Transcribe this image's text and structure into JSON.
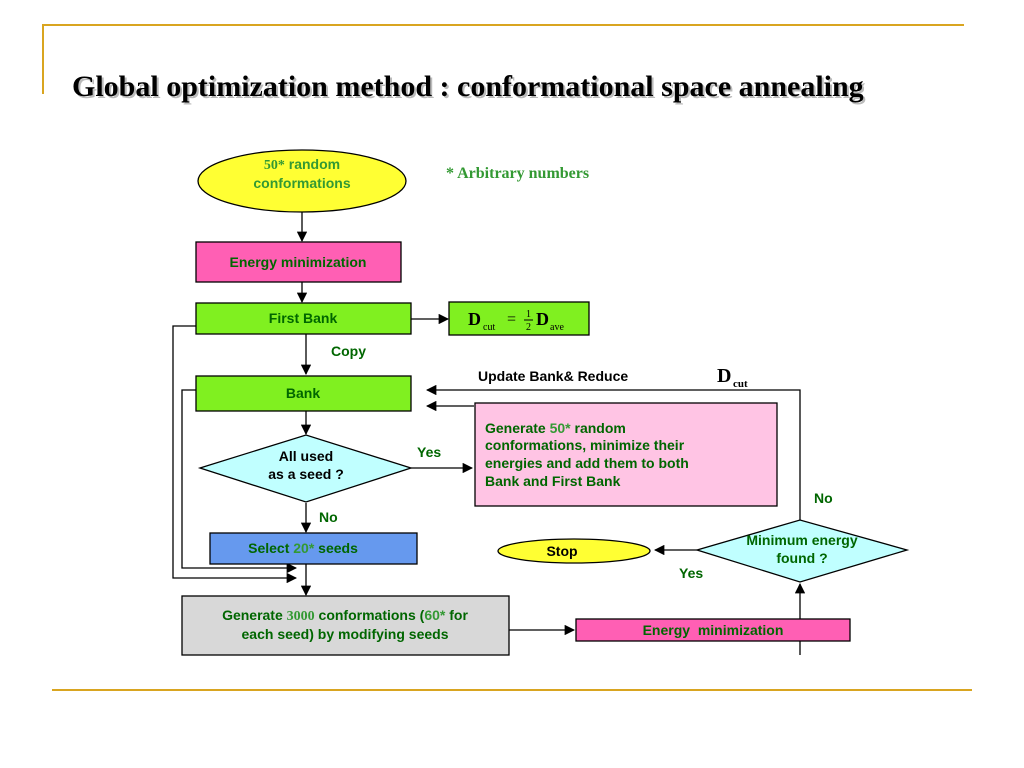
{
  "title": "Global optimization method : conformational space annealing",
  "note": "* Arbitrary numbers",
  "nodes": {
    "start": {
      "num": "50*",
      "line1": " random",
      "line2": "conformations"
    },
    "energy_min_1": "Energy minimization",
    "first_bank": "First Bank",
    "dcut_formula": {
      "D": "D",
      "cut_sub": "cut",
      "eq": "=",
      "half_num": "1",
      "half_den": "2",
      "D2": "D",
      "ave_sub": "ave"
    },
    "bank": "Bank",
    "all_used": {
      "line1": "All used",
      "line2": "as a seed ?"
    },
    "select": {
      "pre": "Select ",
      "num": "20*",
      "post": " seeds"
    },
    "generate_random": {
      "l1_pre": "Generate ",
      "l1_num": "50*",
      "l1_post": " random",
      "line2": "conformations, minimize their",
      "line3": "energies and add them to both",
      "line4": "Bank and First Bank"
    },
    "generate_3000": {
      "pre": "Generate ",
      "num1": "3000",
      "mid": " conformations (",
      "num2": "60*",
      "post": " for",
      "line2": "each seed) by modifying seeds"
    },
    "energy_min_2": "Energy  minimization",
    "min_energy": {
      "line1": "Minimum energy",
      "line2": "found ?"
    },
    "stop": "Stop"
  },
  "labels": {
    "copy": "Copy",
    "yes_all_used": "Yes",
    "no_all_used": "No",
    "update_bank": "Update Bank& Reduce",
    "dcut": {
      "D": "D",
      "sub": "cut"
    },
    "no_min_energy": "No",
    "yes_min_energy": "Yes"
  },
  "colors": {
    "yellow": "#ffff33",
    "pink": "#ff5fb4",
    "green": "#80f020",
    "cyan": "#c0ffff",
    "blue": "#6699ee",
    "light_pink": "#ffc4e4",
    "gray": "#d8d8d8",
    "accent_green": "#339933"
  }
}
